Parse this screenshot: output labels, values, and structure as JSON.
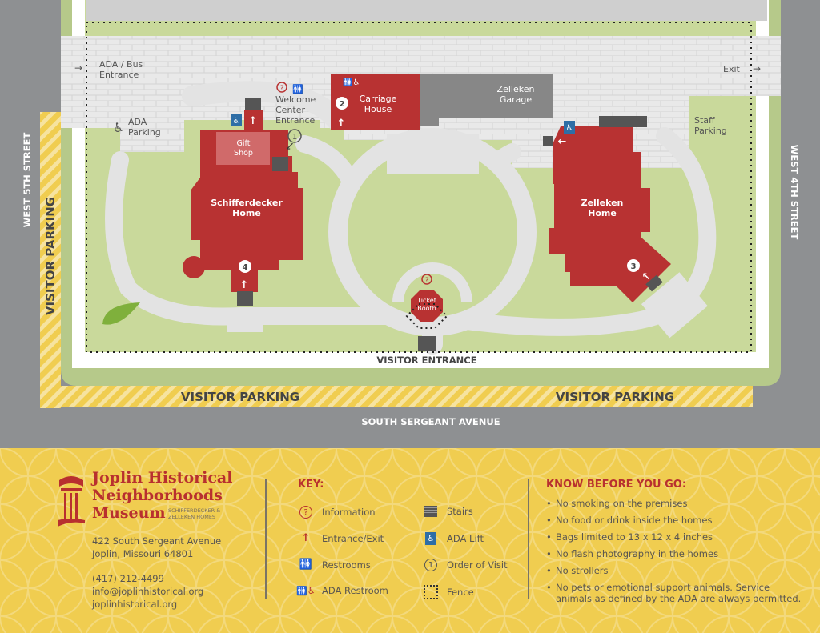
{
  "colors": {
    "building_red": "#b83232",
    "gift_shop": "#d06a6a",
    "garage_gray": "#878787",
    "lawn_green": "#c9d99b",
    "path_gray": "#e3e3e3",
    "parking_yellow": "#f0cd50",
    "street_gray": "#8e9092",
    "ada_blue": "#2e6ea6"
  },
  "map": {
    "streets": {
      "left": "WEST 5TH STREET",
      "right": "WEST 4TH STREET",
      "bottom": "SOUTH SERGEANT AVENUE"
    },
    "parking": {
      "left": "VISITOR PARKING",
      "bottom_left": "VISITOR PARKING",
      "bottom_right": "VISITOR PARKING"
    },
    "visitor_entrance": "VISITOR ENTRANCE",
    "ada_bus_entrance": [
      "ADA / Bus",
      "Entrance"
    ],
    "exit": "Exit",
    "ada_parking": [
      "ADA",
      "Parking"
    ],
    "staff_parking": [
      "Staff",
      "Parking"
    ],
    "welcome_center": [
      "Welcome",
      "Center",
      "Entrance"
    ],
    "buildings": {
      "schifferdecker": [
        "Schifferdecker",
        "Home"
      ],
      "gift_shop": [
        "Gift",
        "Shop"
      ],
      "carriage_house": [
        "Carriage",
        "House"
      ],
      "zelleken_garage": [
        "Zelleken",
        "Garage"
      ],
      "zelleken_home": [
        "Zelleken",
        "Home"
      ],
      "ticket_booth": [
        "Ticket",
        "Booth"
      ]
    },
    "order_markers": [
      "1",
      "2",
      "3",
      "4"
    ]
  },
  "footer": {
    "logo": {
      "name": [
        "Joplin Historical",
        "Neighborhoods",
        "Museum"
      ],
      "subtitle": [
        "SCHIFFERDECKER &",
        "ZELLEKEN HOMES"
      ]
    },
    "address": [
      "422 South Sergeant Avenue",
      "Joplin, Missouri 64801"
    ],
    "phone": "(417) 212-4499",
    "email": "info@joplinhistorical.org",
    "website": "joplinhistorical.org",
    "key": {
      "title": "KEY:",
      "items": [
        {
          "icon": "information-icon",
          "label": "Information"
        },
        {
          "icon": "entrance-arrow-icon",
          "label": "Entrance/Exit"
        },
        {
          "icon": "restrooms-icon",
          "label": "Restrooms"
        },
        {
          "icon": "ada-restroom-icon",
          "label": "ADA Restroom"
        },
        {
          "icon": "stairs-icon",
          "label": "Stairs"
        },
        {
          "icon": "ada-lift-icon",
          "label": "ADA Lift"
        },
        {
          "icon": "order-of-visit-icon",
          "label": "Order of Visit",
          "glyph": "1"
        },
        {
          "icon": "fence-icon",
          "label": "Fence"
        }
      ]
    },
    "know_before": {
      "title": "KNOW BEFORE YOU GO:",
      "rules": [
        "No smoking on the premises",
        "No food or drink inside the homes",
        "Bags limited to 13 x 12 x 4 inches",
        "No flash photography in the homes",
        "No strollers",
        "No pets or emotional support animals. Service animals as defined by the ADA are always permitted."
      ]
    }
  }
}
